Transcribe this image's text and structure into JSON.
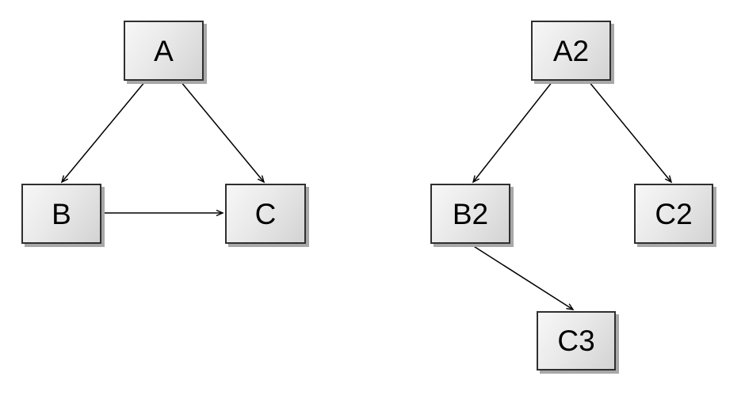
{
  "diagram": {
    "type": "directed-graph",
    "background_color": "#ffffff",
    "node_style": {
      "fill_top": "#f7f7f7",
      "fill_bottom": "#d3d3d3",
      "border_color": "#2f2f2f",
      "shadow_color": "#a8a8a8",
      "text_color": "#000000"
    },
    "edge_style": {
      "color": "#000000",
      "arrowhead": "open-v"
    },
    "graphs": [
      {
        "id": "left-graph",
        "nodes": [
          {
            "id": "A",
            "label": "A"
          },
          {
            "id": "B",
            "label": "B"
          },
          {
            "id": "C",
            "label": "C"
          }
        ],
        "edges": [
          {
            "from": "A",
            "to": "B"
          },
          {
            "from": "A",
            "to": "C"
          },
          {
            "from": "B",
            "to": "C"
          }
        ]
      },
      {
        "id": "right-graph",
        "nodes": [
          {
            "id": "A2",
            "label": "A2"
          },
          {
            "id": "B2",
            "label": "B2"
          },
          {
            "id": "C2",
            "label": "C2"
          },
          {
            "id": "C3",
            "label": "C3"
          }
        ],
        "edges": [
          {
            "from": "A2",
            "to": "B2"
          },
          {
            "from": "A2",
            "to": "C2"
          },
          {
            "from": "B2",
            "to": "C3"
          }
        ]
      }
    ]
  }
}
